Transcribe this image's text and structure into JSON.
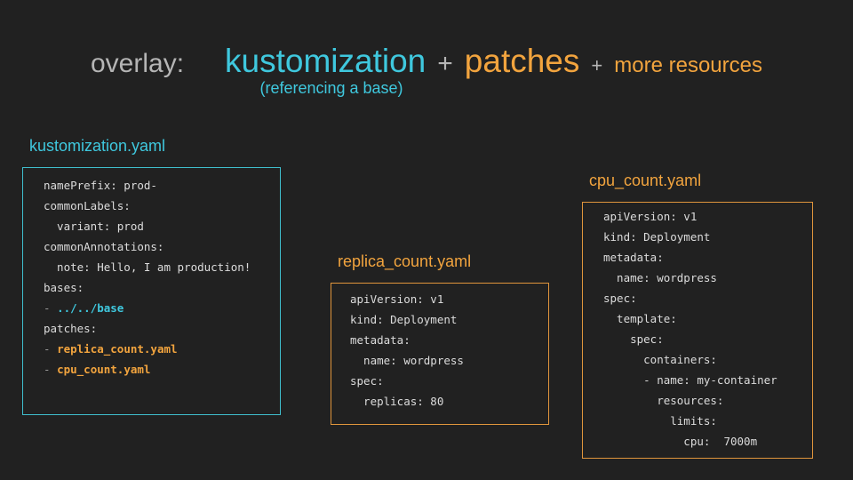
{
  "slide": {
    "background": "#212121"
  },
  "colors": {
    "cyan": "#3fc8de",
    "orange": "#f2a43e",
    "gray": "#b5b5b5",
    "code_text": "#dcdcdc",
    "dash_gray": "#999999",
    "cyan_border": "#3fbecd",
    "orange_border": "#e0953c"
  },
  "title": {
    "segments": [
      {
        "text": "overlay:",
        "color": "gray",
        "size": "lg"
      },
      {
        "text": "kustomization",
        "color": "cyan",
        "size": "xl"
      },
      {
        "text": "+",
        "color": "gray",
        "size": "lg"
      },
      {
        "text": "patches",
        "color": "orange",
        "size": "xl"
      },
      {
        "text": "+",
        "color": "gray",
        "size": "sm"
      },
      {
        "text": "more resources",
        "color": "orange",
        "size": "md"
      }
    ],
    "subtitle": {
      "text": "(referencing a base)"
    }
  },
  "panels": [
    {
      "label": "kustomization.yaml",
      "theme": "cyan",
      "lines": [
        [
          {
            "t": "namePrefix: prod-",
            "c": "code"
          }
        ],
        [
          {
            "t": "commonLabels:",
            "c": "code"
          }
        ],
        [
          {
            "t": "  variant: prod",
            "c": "code"
          }
        ],
        [
          {
            "t": "commonAnnotations:",
            "c": "code"
          }
        ],
        [
          {
            "t": "  note: Hello, I am production!",
            "c": "code"
          }
        ],
        [
          {
            "t": "bases:",
            "c": "code"
          }
        ],
        [
          {
            "t": "- ",
            "c": "dash"
          },
          {
            "t": "../../base",
            "c": "cyan",
            "b": true
          }
        ],
        [
          {
            "t": "patches:",
            "c": "code"
          }
        ],
        [
          {
            "t": "- ",
            "c": "dash"
          },
          {
            "t": "replica_count.yaml",
            "c": "orange",
            "b": true
          }
        ],
        [
          {
            "t": "- ",
            "c": "dash"
          },
          {
            "t": "cpu_count.yaml",
            "c": "orange",
            "b": true
          }
        ]
      ]
    },
    {
      "label": "replica_count.yaml",
      "theme": "orange",
      "lines": [
        [
          {
            "t": "apiVersion: v1",
            "c": "code"
          }
        ],
        [
          {
            "t": "kind: Deployment",
            "c": "code"
          }
        ],
        [
          {
            "t": "metadata:",
            "c": "code"
          }
        ],
        [
          {
            "t": "  name: wordpress",
            "c": "code"
          }
        ],
        [
          {
            "t": "spec:",
            "c": "code"
          }
        ],
        [
          {
            "t": "  replicas: 80",
            "c": "code"
          }
        ]
      ]
    },
    {
      "label": "cpu_count.yaml",
      "theme": "orange",
      "lines": [
        [
          {
            "t": "apiVersion: v1",
            "c": "code"
          }
        ],
        [
          {
            "t": "kind: Deployment",
            "c": "code"
          }
        ],
        [
          {
            "t": "metadata:",
            "c": "code"
          }
        ],
        [
          {
            "t": "  name: wordpress",
            "c": "code"
          }
        ],
        [
          {
            "t": "spec:",
            "c": "code"
          }
        ],
        [
          {
            "t": "  template:",
            "c": "code"
          }
        ],
        [
          {
            "t": "    spec:",
            "c": "code"
          }
        ],
        [
          {
            "t": "      containers:",
            "c": "code"
          }
        ],
        [
          {
            "t": "      - name: my-container",
            "c": "code"
          }
        ],
        [
          {
            "t": "        resources:",
            "c": "code"
          }
        ],
        [
          {
            "t": "          limits:",
            "c": "code"
          }
        ],
        [
          {
            "t": "            cpu:  7000m",
            "c": "code"
          }
        ]
      ]
    }
  ]
}
